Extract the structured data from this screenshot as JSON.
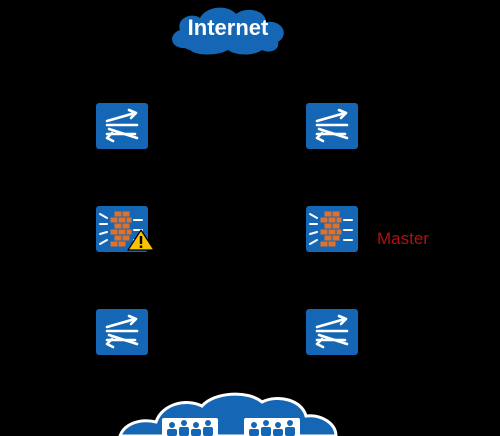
{
  "cloud_top": {
    "label": "Internet",
    "icon": "cloud-icon"
  },
  "firewall_right": {
    "role_label": "Master",
    "role_color": "#b01010"
  },
  "firewall_left": {
    "status_icon": "warning-icon"
  },
  "colors": {
    "device_blue": "#1567b5",
    "cloud_blue": "#1567b5",
    "firewall_brick": "#e0712c",
    "warning_yellow": "#f7c300"
  },
  "nodes": [
    {
      "id": "switch-top-left",
      "icon": "switch-icon"
    },
    {
      "id": "switch-top-right",
      "icon": "switch-icon"
    },
    {
      "id": "firewall-left",
      "icon": "firewall-icon"
    },
    {
      "id": "firewall-right",
      "icon": "firewall-icon"
    },
    {
      "id": "switch-bottom-left",
      "icon": "switch-icon"
    },
    {
      "id": "switch-bottom-right",
      "icon": "switch-icon"
    },
    {
      "id": "lan-cloud",
      "icon": "users-cloud-icon"
    }
  ]
}
